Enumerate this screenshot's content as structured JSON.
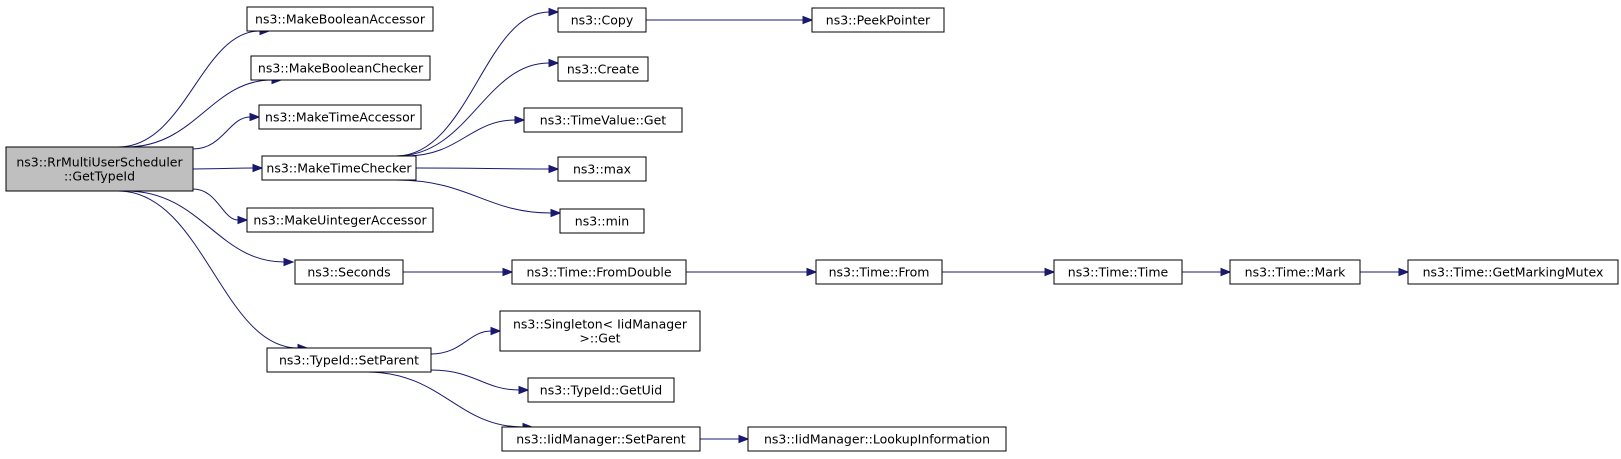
{
  "graph": {
    "edge_color": "#191970",
    "root_fill": "#bfbfbf",
    "nodes": [
      {
        "id": "root",
        "lines": [
          "ns3::RrMultiUserScheduler",
          "::GetTypeId"
        ]
      },
      {
        "id": "mba",
        "lines": [
          "ns3::MakeBooleanAccessor"
        ]
      },
      {
        "id": "mbc",
        "lines": [
          "ns3::MakeBooleanChecker"
        ]
      },
      {
        "id": "mta",
        "lines": [
          "ns3::MakeTimeAccessor"
        ]
      },
      {
        "id": "mtc",
        "lines": [
          "ns3::MakeTimeChecker"
        ]
      },
      {
        "id": "mua",
        "lines": [
          "ns3::MakeUintegerAccessor"
        ]
      },
      {
        "id": "sec",
        "lines": [
          "ns3::Seconds"
        ]
      },
      {
        "id": "tsp",
        "lines": [
          "ns3::TypeId::SetParent"
        ]
      },
      {
        "id": "copy",
        "lines": [
          "ns3::Copy"
        ]
      },
      {
        "id": "peek",
        "lines": [
          "ns3::PeekPointer"
        ]
      },
      {
        "id": "create",
        "lines": [
          "ns3::Create"
        ]
      },
      {
        "id": "tvget",
        "lines": [
          "ns3::TimeValue::Get"
        ]
      },
      {
        "id": "max",
        "lines": [
          "ns3::max"
        ]
      },
      {
        "id": "min",
        "lines": [
          "ns3::min"
        ]
      },
      {
        "id": "fromdouble",
        "lines": [
          "ns3::Time::FromDouble"
        ]
      },
      {
        "id": "from",
        "lines": [
          "ns3::Time::From"
        ]
      },
      {
        "id": "time",
        "lines": [
          "ns3::Time::Time"
        ]
      },
      {
        "id": "mark",
        "lines": [
          "ns3::Time::Mark"
        ]
      },
      {
        "id": "gmm",
        "lines": [
          "ns3::Time::GetMarkingMutex"
        ]
      },
      {
        "id": "singleton",
        "lines": [
          "ns3::Singleton< IidManager",
          " >::Get"
        ]
      },
      {
        "id": "getuid",
        "lines": [
          "ns3::TypeId::GetUid"
        ]
      },
      {
        "id": "iidsp",
        "lines": [
          "ns3::IidManager::SetParent"
        ]
      },
      {
        "id": "lookup",
        "lines": [
          "ns3::IidManager::LookupInformation"
        ]
      }
    ],
    "edges": [
      [
        "root",
        "mba"
      ],
      [
        "root",
        "mbc"
      ],
      [
        "root",
        "mta"
      ],
      [
        "root",
        "mtc"
      ],
      [
        "root",
        "mua"
      ],
      [
        "root",
        "sec"
      ],
      [
        "root",
        "tsp"
      ],
      [
        "mtc",
        "copy"
      ],
      [
        "mtc",
        "create"
      ],
      [
        "mtc",
        "tvget"
      ],
      [
        "mtc",
        "max"
      ],
      [
        "mtc",
        "min"
      ],
      [
        "copy",
        "peek"
      ],
      [
        "sec",
        "fromdouble"
      ],
      [
        "fromdouble",
        "from"
      ],
      [
        "from",
        "time"
      ],
      [
        "time",
        "mark"
      ],
      [
        "mark",
        "gmm"
      ],
      [
        "tsp",
        "singleton"
      ],
      [
        "tsp",
        "getuid"
      ],
      [
        "tsp",
        "iidsp"
      ],
      [
        "iidsp",
        "lookup"
      ]
    ]
  }
}
